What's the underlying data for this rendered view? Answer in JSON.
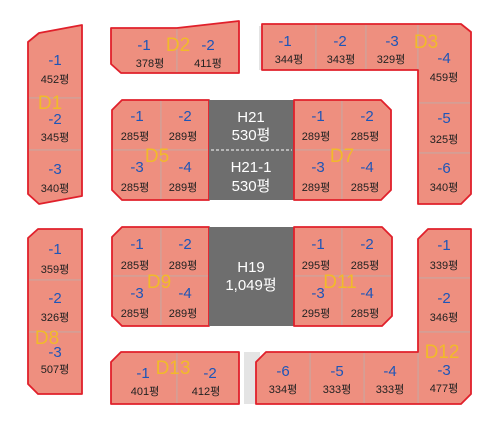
{
  "blocks": {
    "D1": "D1",
    "D2": "D2",
    "D3": "D3",
    "D5": "D5",
    "D7": "D7",
    "D8": "D8",
    "D9": "D9",
    "D11": "D11",
    "D12": "D12",
    "D13": "D13"
  },
  "lots": {
    "D1_1": {
      "num": "-1",
      "area": "452평"
    },
    "D1_2": {
      "num": "-2",
      "area": "345평"
    },
    "D1_3": {
      "num": "-3",
      "area": "340평"
    },
    "D2_1": {
      "num": "-1",
      "area": "378평"
    },
    "D2_2": {
      "num": "-2",
      "area": "411평"
    },
    "D3_1": {
      "num": "-1",
      "area": "344평"
    },
    "D3_2": {
      "num": "-2",
      "area": "343평"
    },
    "D3_3": {
      "num": "-3",
      "area": "329평"
    },
    "D3_4": {
      "num": "-4",
      "area": "459평"
    },
    "D3_5": {
      "num": "-5",
      "area": "325평"
    },
    "D3_6": {
      "num": "-6",
      "area": "340평"
    },
    "D5_1": {
      "num": "-1",
      "area": "285평"
    },
    "D5_2": {
      "num": "-2",
      "area": "289평"
    },
    "D5_3": {
      "num": "-3",
      "area": "285평"
    },
    "D5_4": {
      "num": "-4",
      "area": "289평"
    },
    "D7_1": {
      "num": "-1",
      "area": "289평"
    },
    "D7_2": {
      "num": "-2",
      "area": "285평"
    },
    "D7_3": {
      "num": "-3",
      "area": "289평"
    },
    "D7_4": {
      "num": "-4",
      "area": "285평"
    },
    "D8_1": {
      "num": "-1",
      "area": "359평"
    },
    "D8_2": {
      "num": "-2",
      "area": "326평"
    },
    "D8_3": {
      "num": "-3",
      "area": "507평"
    },
    "D9_1": {
      "num": "-1",
      "area": "285평"
    },
    "D9_2": {
      "num": "-2",
      "area": "289평"
    },
    "D9_3": {
      "num": "-3",
      "area": "285평"
    },
    "D9_4": {
      "num": "-4",
      "area": "289평"
    },
    "D11_1": {
      "num": "-1",
      "area": "295평"
    },
    "D11_2": {
      "num": "-2",
      "area": "285평"
    },
    "D11_3": {
      "num": "-3",
      "area": "295평"
    },
    "D11_4": {
      "num": "-4",
      "area": "285평"
    },
    "D12_1": {
      "num": "-1",
      "area": "339평"
    },
    "D12_2": {
      "num": "-2",
      "area": "346평"
    },
    "D12_3": {
      "num": "-3",
      "area": "477평"
    },
    "D12_4": {
      "num": "-4",
      "area": "333평"
    },
    "D12_5": {
      "num": "-5",
      "area": "333평"
    },
    "D12_6": {
      "num": "-6",
      "area": "334평"
    },
    "D13_1": {
      "num": "-1",
      "area": "401평"
    },
    "D13_2": {
      "num": "-2",
      "area": "412평"
    }
  },
  "h21": {
    "name": "H21",
    "area": "530평"
  },
  "h21_1": {
    "name": "H21-1",
    "area": "530평"
  },
  "h19": {
    "name": "H19",
    "area": "1,049평"
  }
}
